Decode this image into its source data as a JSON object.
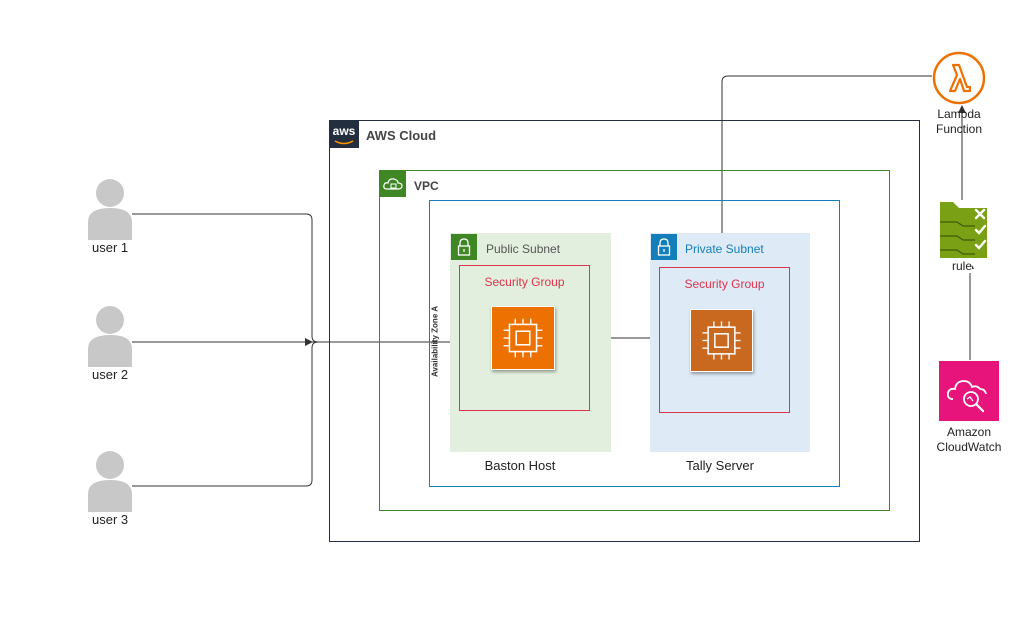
{
  "users": [
    {
      "label": "user 1"
    },
    {
      "label": "user 2"
    },
    {
      "label": "user 3"
    }
  ],
  "aws_cloud": {
    "title": "AWS Cloud",
    "logo_text": "aws",
    "border_color": "#232f3e"
  },
  "vpc": {
    "title": "VPC",
    "color": "#3f8624"
  },
  "availability_zone": {
    "label": "Availability Zone A",
    "border_color": "#147eba"
  },
  "public_subnet": {
    "title": "Public Subnet",
    "fill": "#e2efde",
    "accent": "#3f8624",
    "security_group": "Security Group",
    "instance_label": "Baston Host"
  },
  "private_subnet": {
    "title": "Private Subnet",
    "fill": "#deebf7",
    "accent": "#147eba",
    "security_group": "Security Group",
    "instance_label": "Tally Server"
  },
  "lambda": {
    "line1": "Lambda",
    "line2": "Function",
    "color": "#ed7100"
  },
  "rule": {
    "label": "rule",
    "color": "#7aa116"
  },
  "cloudwatch": {
    "line1": "Amazon",
    "line2": "CloudWatch",
    "color": "#e7157b"
  },
  "colors": {
    "security_group": "#dd344c",
    "ec2": "#ed7100",
    "wire": "#333333",
    "user": "#c8c8c8"
  }
}
